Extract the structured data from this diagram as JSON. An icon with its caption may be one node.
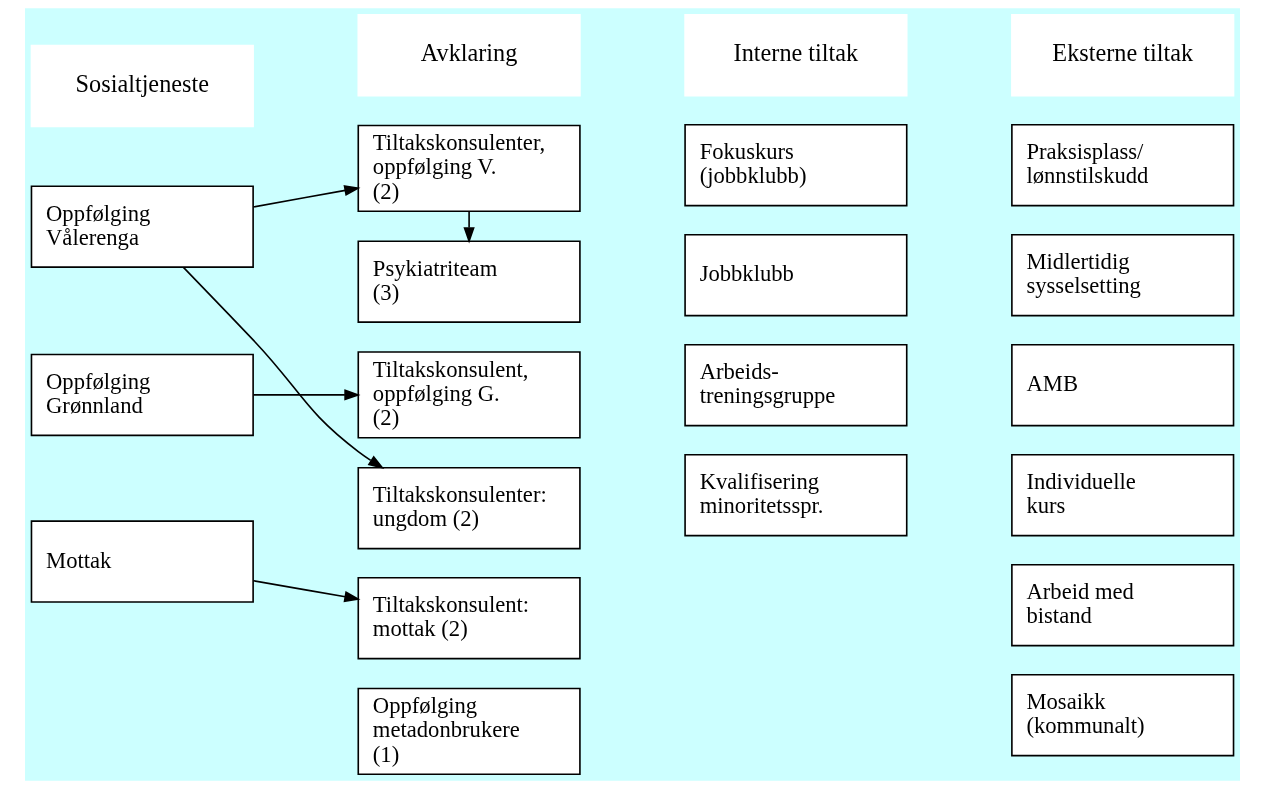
{
  "diagram": {
    "nodes": [
      {
        "text": [
          "Sosialtjeneste"
        ]
      },
      {
        "text": [
          "Avklaring"
        ]
      },
      {
        "text": [
          "Interne tiltak"
        ]
      },
      {
        "text": [
          "Eksterne tiltak"
        ]
      },
      {
        "text": [
          "Psykiatriteam (3)"
        ]
      },
      {
        "text": [
          "Oppfølging Vålerenga"
        ]
      },
      {
        "text": [
          "Tiltakskonsulenter, oppfølging V. (2)"
        ]
      },
      {
        "text": [
          "Oppfølging Grønnland"
        ]
      },
      {
        "text": [
          "Tiltakskonsulent, oppfølging G. (2)"
        ]
      },
      {
        "text": [
          "Tiltakskonsulenter: ungdom (2)"
        ]
      },
      {
        "text": [
          "Mottak"
        ]
      },
      {
        "text": [
          "Tiltakskonsulent: mottak (2)"
        ]
      },
      {
        "text": [
          "Oppfølging metadonbrukere (1)"
        ]
      },
      {
        "text": [
          "Fokuskurs (jobbklubb)"
        ]
      },
      {
        "text": [
          "Jobbklubb"
        ]
      },
      {
        "text": [
          "Arbeids- treningsgruppe"
        ]
      },
      {
        "text": [
          "Kvalifisering minoritetsspr."
        ]
      },
      {
        "text": [
          "Praksisplass/ lønnstilskudd"
        ]
      },
      {
        "text": [
          "Midlertidig sysselsetting"
        ]
      },
      {
        "text": [
          "AMB"
        ]
      },
      {
        "text": [
          "Individuelle kurs"
        ]
      },
      {
        "text": [
          "Arbeid med bistand"
        ]
      },
      {
        "text": [
          "Mosaikk (kommunalt)"
        ]
      }
    ],
    "edges": [
      {
        "from": 6,
        "to": 4,
        "arrow": "to"
      },
      {
        "from": 5,
        "to": 6,
        "arrow": "to"
      },
      {
        "from": 5,
        "to": 9,
        "arrow": "to"
      },
      {
        "from": 7,
        "to": 8,
        "arrow": "to"
      },
      {
        "from": 10,
        "to": 11,
        "arrow": "to"
      }
    ]
  }
}
